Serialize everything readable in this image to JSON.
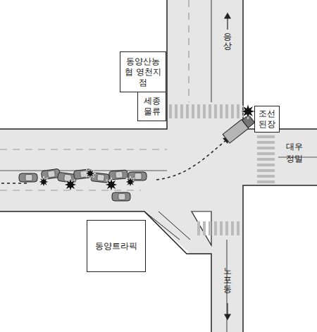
{
  "diagram": {
    "nodes": [
      {
        "text": [
          "동양산농협 영천지점"
        ]
      },
      {
        "text": [
          "세종물류"
        ]
      },
      {
        "text": [
          "조선 된장"
        ]
      },
      {
        "text": [
          "동양트라픽"
        ]
      }
    ],
    "labels": [
      "응상",
      "대우 정밀",
      "노포동"
    ]
  }
}
